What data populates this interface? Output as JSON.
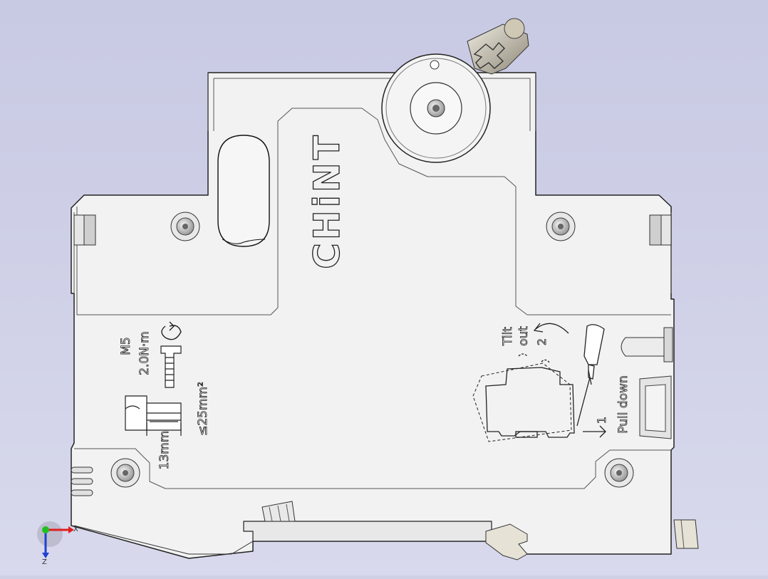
{
  "viewport": {
    "background_top": "#c8c9e3",
    "background_bottom": "#d8d9ec",
    "body_color": "#f2f2f2",
    "line_color": "#1a1a1a"
  },
  "brand": {
    "logo_text": "CHiNT"
  },
  "torque_label": {
    "thread": "M5",
    "torque": "2.0N·m"
  },
  "wire_label": {
    "strip_length": "13mm",
    "cross_section": "≤25mm²"
  },
  "removal_instructions": {
    "step1_number": "1",
    "step1_text": "Pull down",
    "step2_number": "2",
    "step2_line1": "Tilt",
    "step2_line2": "out"
  },
  "triad": {
    "x_label": "X",
    "z_label": "Z",
    "x_color": "#e02020",
    "y_color": "#20c020",
    "z_color": "#2040d0"
  }
}
